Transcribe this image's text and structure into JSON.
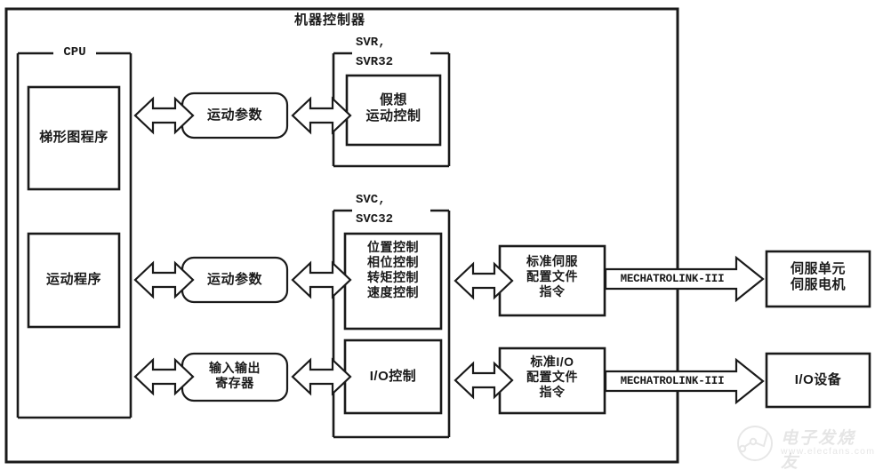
{
  "diagram": {
    "title": "机器控制器",
    "outer_label": "机器控制器",
    "groups": {
      "cpu": {
        "label": "CPU"
      },
      "svr": {
        "label_line1": "SVR,",
        "label_line2": "SVR32"
      },
      "svc": {
        "label_line1": "SVC,",
        "label_line2": "SVC32"
      }
    },
    "boxes": {
      "ladder_program": "梯形图程序",
      "motion_program": "运动程序",
      "motion_params_top": "运动参数",
      "motion_params_mid": "运动参数",
      "io_register": "输入输出\n寄存器",
      "virtual_motion_control": "假想\n运动控制",
      "svc_control": "位置控制\n相位控制\n转矩控制\n速度控制",
      "io_control": "I/O控制",
      "standard_servo_profile": "标准伺服\n配置文件\n指令",
      "standard_io_profile": "标准I/O\n配置文件\n指令",
      "servo_unit_motor": "伺服单元\n伺服电机",
      "io_device": "I/O设备"
    },
    "links": {
      "servo_bus": "MECHATROLINK-III",
      "io_bus": "MECHATROLINK-III"
    }
  },
  "watermark": {
    "brand": "电子发烧友",
    "url": "www.elecfans.com"
  },
  "colors": {
    "stroke": "#1a1a1a",
    "background": "#ffffff",
    "text": "#1a1a1a"
  }
}
